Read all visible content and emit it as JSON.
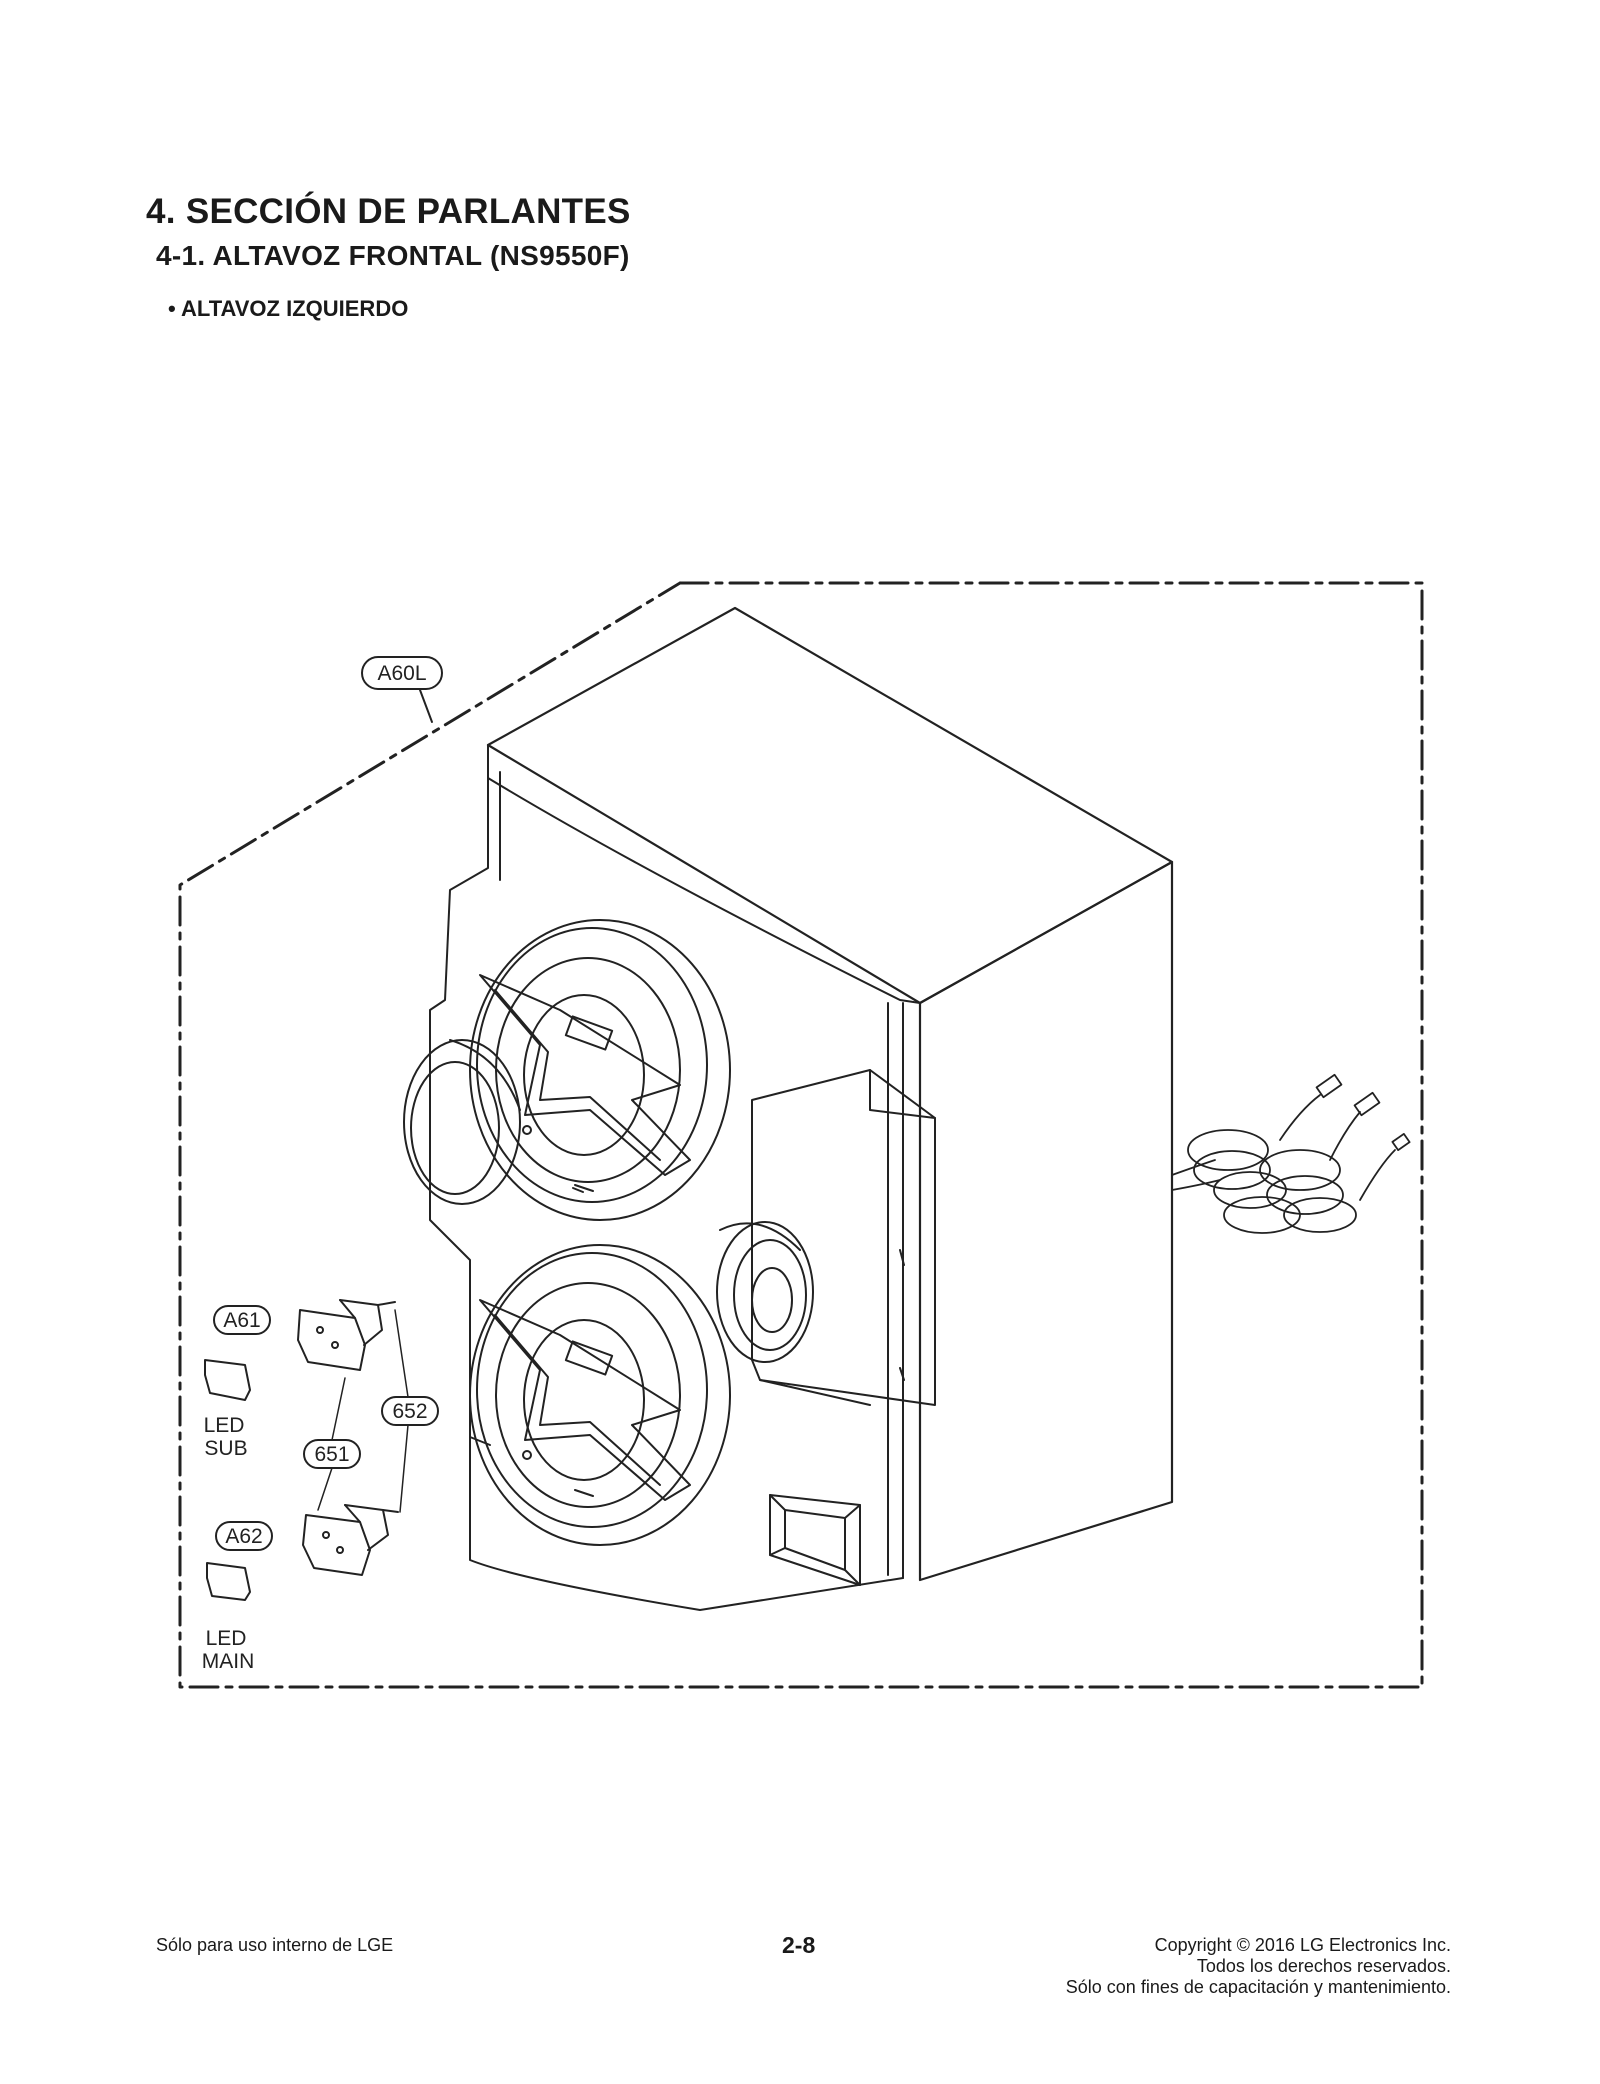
{
  "header": {
    "section_title": "4. SECCIÓN DE PARLANTES",
    "subsection_title": "4-1. ALTAVOZ FRONTAL (NS9550F)",
    "bullet_label": "• ALTAVOZ IZQUIERDO"
  },
  "diagram": {
    "callouts": {
      "assembly": "A60L",
      "led_sub_board": "A61",
      "led_main_board": "A62",
      "part_651": "651",
      "part_652": "652"
    },
    "labels": {
      "led_sub_line1": "LED",
      "led_sub_line2": "SUB",
      "led_main_line1": "LED",
      "led_main_line2": "MAIN"
    }
  },
  "footer": {
    "left_text": "Sólo para uso interno de LGE",
    "page_number": "2-8",
    "copyright_line1": "Copyright © 2016 LG Electronics Inc.",
    "copyright_line2": "Todos los derechos reservados.",
    "copyright_line3": "Sólo con fines de capacitación y mantenimiento."
  }
}
